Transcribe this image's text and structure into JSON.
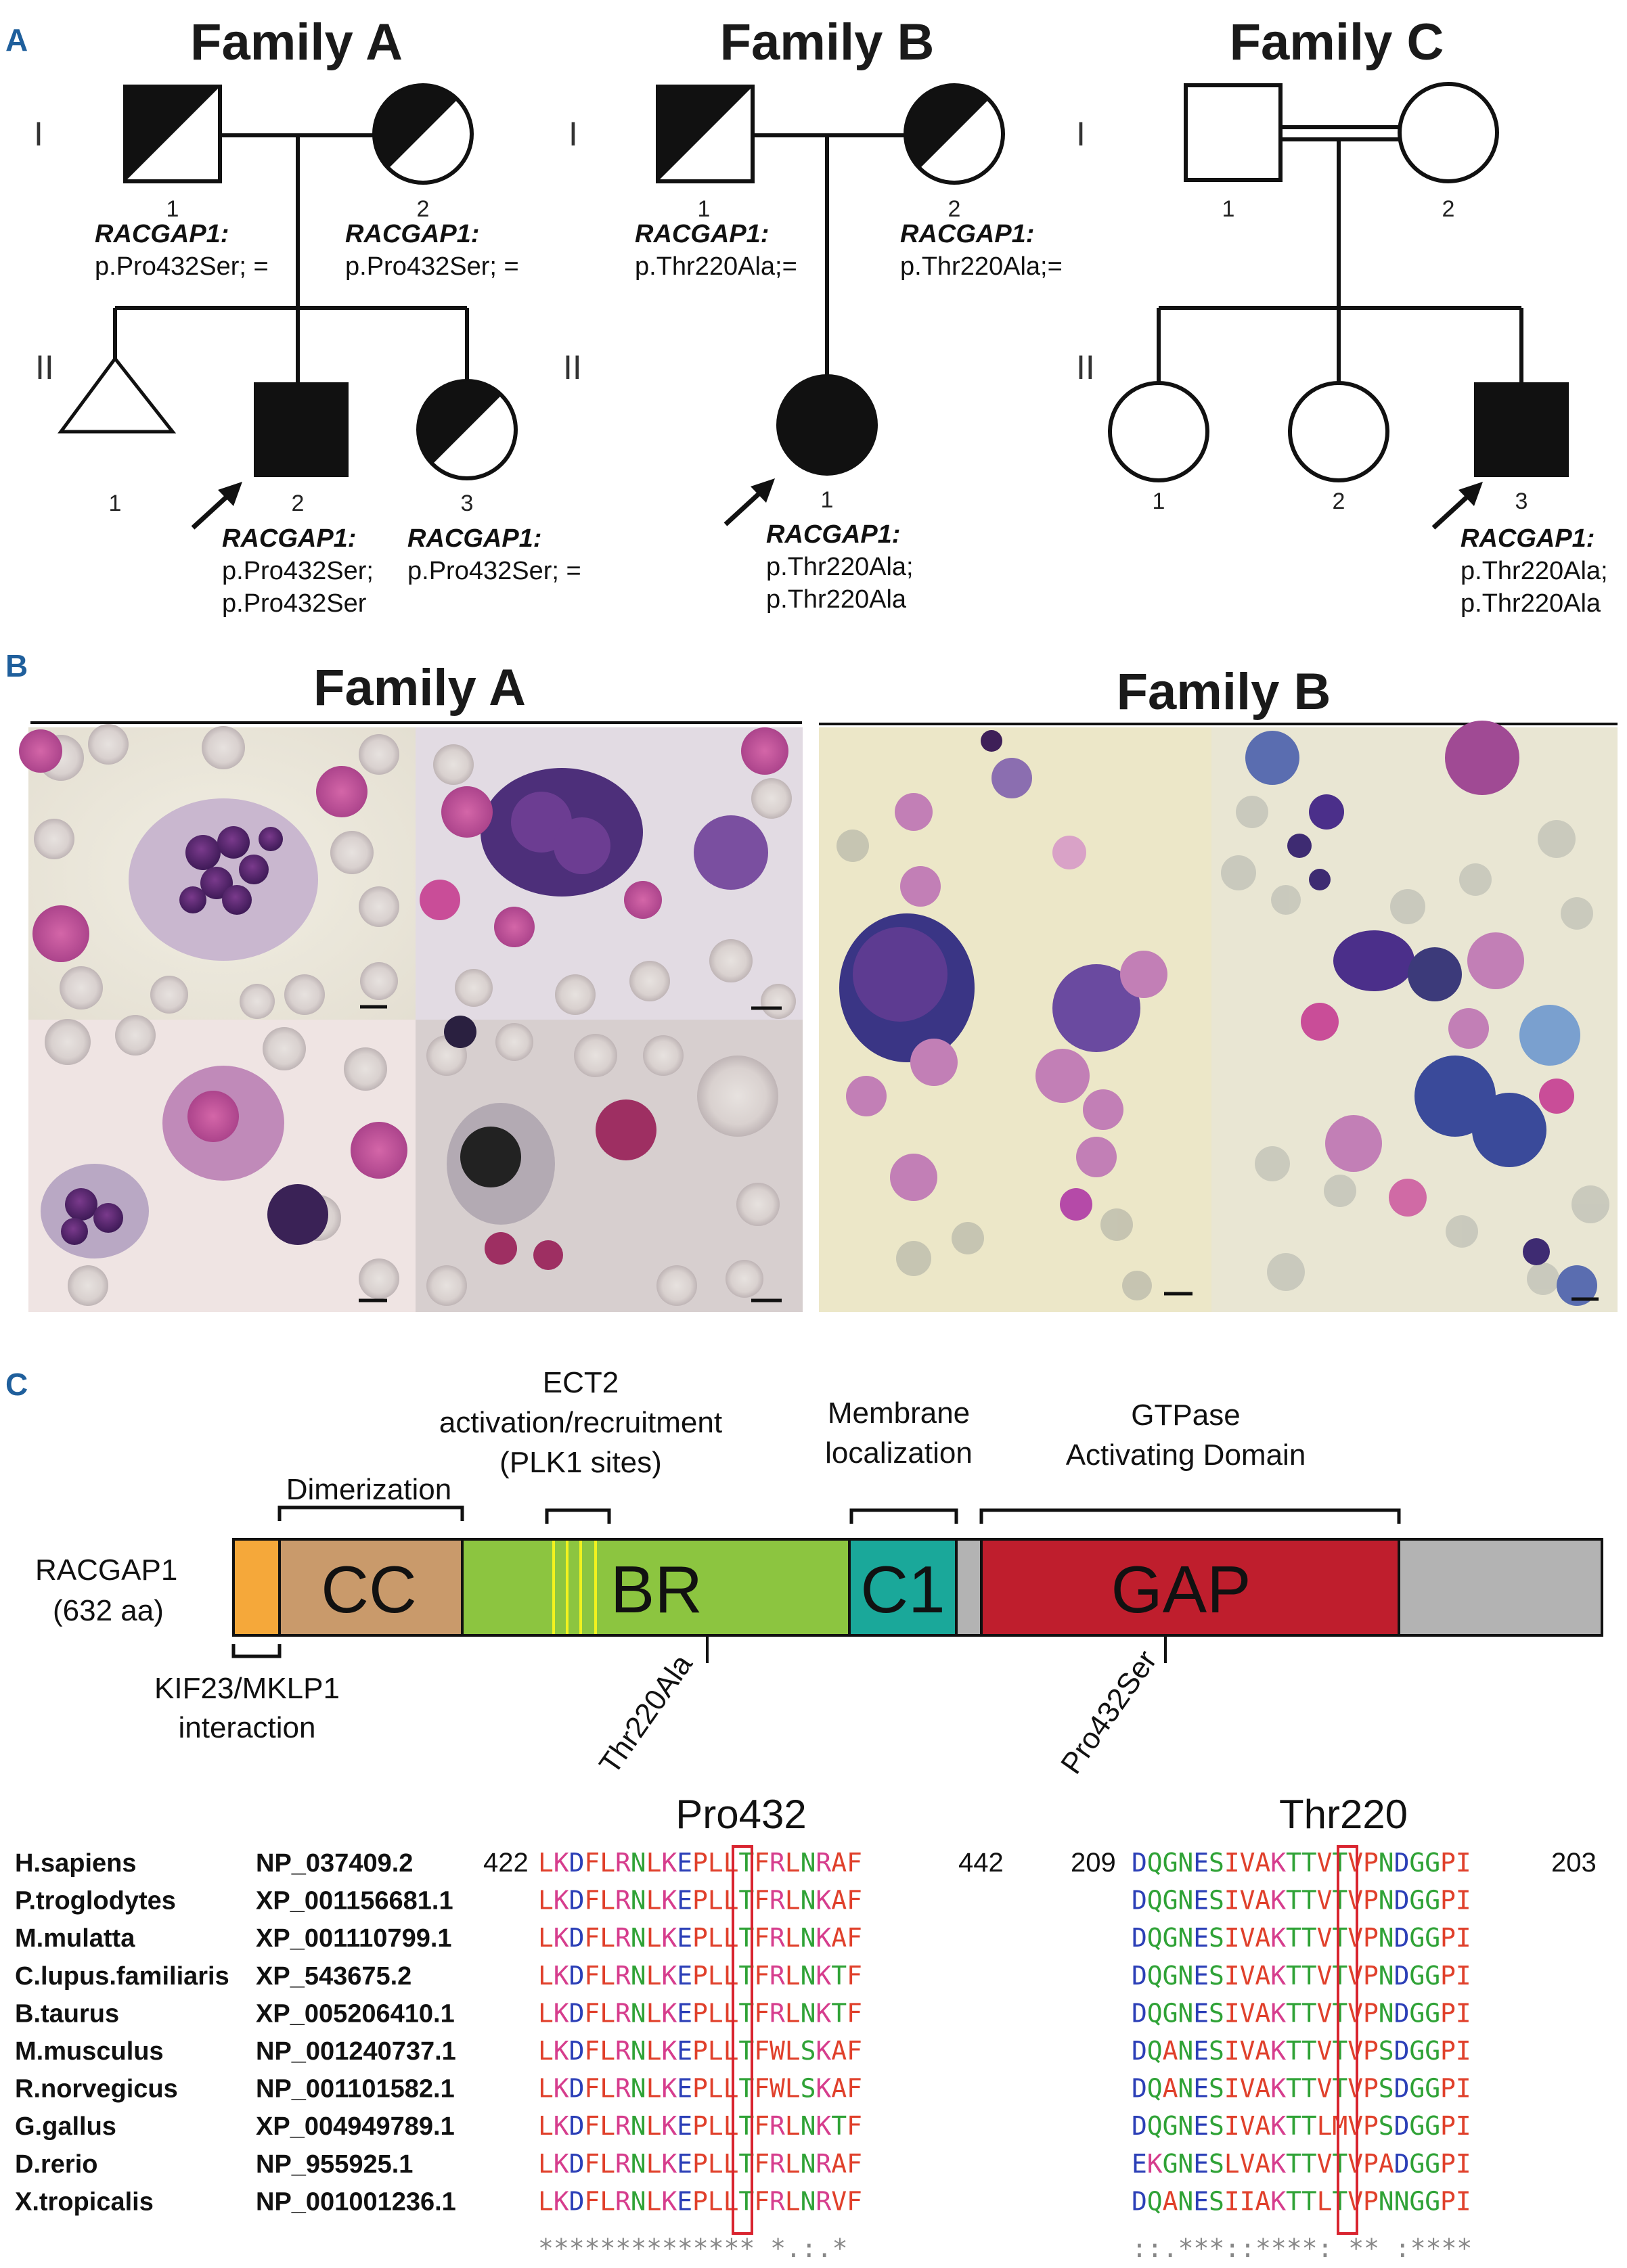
{
  "panels": {
    "a": "A",
    "b": "B",
    "c": "C"
  },
  "panel_a": {
    "families": [
      {
        "title": "Family A"
      },
      {
        "title": "Family B"
      },
      {
        "title": "Family C"
      }
    ],
    "generations": {
      "I": "I",
      "II": "II"
    },
    "famA": {
      "ids": {
        "i1": "1",
        "i2": "2",
        "ii1": "1",
        "ii2": "2",
        "ii3": "3"
      },
      "gene": "RACGAP1:",
      "i1_var": "p.Pro432Ser; =",
      "i2_var": "p.Pro432Ser; =",
      "ii2_var1": "p.Pro432Ser;",
      "ii2_var2": "p.Pro432Ser",
      "ii3_var": "p.Pro432Ser; ="
    },
    "famB": {
      "ids": {
        "i1": "1",
        "i2": "2",
        "ii1": "1"
      },
      "gene": "RACGAP1:",
      "i1_var": "p.Thr220Ala;=",
      "i2_var": "p.Thr220Ala;=",
      "ii1_var1": "p.Thr220Ala;",
      "ii1_var2": "p.Thr220Ala"
    },
    "famC": {
      "ids": {
        "i1": "1",
        "i2": "2",
        "ii1": "1",
        "ii2": "2",
        "ii3": "3"
      },
      "gene": "RACGAP1:",
      "ii3_var1": "p.Thr220Ala;",
      "ii3_var2": "p.Thr220Ala"
    }
  },
  "panel_b": {
    "left_title": "Family A",
    "right_title": "Family B"
  },
  "panel_c": {
    "protein_label_1": "RACGAP1",
    "protein_label_2": "(632 aa)",
    "domains": {
      "cc": "CC",
      "br": "BR",
      "c1": "C1",
      "gap": "GAP"
    },
    "colors": {
      "n_term": "#f5a83a",
      "cc": "#c99a6b",
      "br": "#8cc540",
      "plk1_lines": "#f2f21e",
      "c1": "#1aa89a",
      "gap": "#bf1e2d",
      "linker": "#b3b3b3"
    },
    "annotations": {
      "dimerization": "Dimerization",
      "ect2_1": "ECT2",
      "ect2_2": "activation/recruitment",
      "ect2_3": "(PLK1 sites)",
      "membrane_1": "Membrane",
      "membrane_2": "localization",
      "gtpase_1": "GTPase",
      "gtpase_2": "Activating Domain",
      "kif_1": "KIF23/MKLP1",
      "kif_2": "interaction"
    },
    "mutations": {
      "thr": "Thr220Ala",
      "pro": "Pro432Ser"
    },
    "alignment": {
      "title_pro": "Pro432",
      "title_thr": "Thr220",
      "pro_start": "422",
      "pro_end": "442",
      "thr_start": "209",
      "thr_end": "203",
      "rows": [
        {
          "species": "H.sapiens",
          "acc": "NP_037409.2",
          "pro": "LKDFLRNLKEPLLTFRLNRAF",
          "thr": "DQGNESIVAKTTVTVPNDGGPI"
        },
        {
          "species": "P.troglodytes",
          "acc": "XP_001156681.1",
          "pro": "LKDFLRNLKEPLLTFRLNKAF",
          "thr": "DQGNESIVAKTTVTVPNDGGPI"
        },
        {
          "species": "M.mulatta",
          "acc": "XP_001110799.1",
          "pro": "LKDFLRNLKEPLLTFRLNKAF",
          "thr": "DQGNESIVAKTTVTVPNDGGPI"
        },
        {
          "species": "C.lupus.familiaris",
          "acc": "XP_543675.2",
          "pro": "LKDFLRNLKEPLLTFRLNKTF",
          "thr": "DQGNESIVAKTTVTVPNDGGPI"
        },
        {
          "species": "B.taurus",
          "acc": "XP_005206410.1",
          "pro": "LKDFLRNLKEPLLTFRLNKTF",
          "thr": "DQGNESIVAKTTVTVPNDGGPI"
        },
        {
          "species": "M.musculus",
          "acc": "NP_001240737.1",
          "pro": "LKDFLRNLKEPLLTFWLSKAF",
          "thr": "DQANESIVAKTTVTVPSDGGPI"
        },
        {
          "species": "R.norvegicus",
          "acc": "NP_001101582.1",
          "pro": "LKDFLRNLKEPLLTFWLSKAF",
          "thr": "DQANESIVAKTTVTVPSDGGPI"
        },
        {
          "species": "G.gallus",
          "acc": "XP_004949789.1",
          "pro": "LKDFLRNLKEPLLTFRLNKTF",
          "thr": "DQGNESIVAKTTLMVPSDGGPI"
        },
        {
          "species": "D.rerio",
          "acc": "NP_955925.1",
          "pro": "LKDFLRNLKEPLLTFRLNRAF",
          "thr": "EKGNESLVAKTTVTVPADGGPI"
        },
        {
          "species": "X.tropicalis",
          "acc": "NP_001001236.1",
          "pro": "LKDFLRNLKEPLLTFRLNRVF",
          "thr": "DQANESIIAKTTLTVPNNGGPI"
        }
      ],
      "cons_pro": "************** *.:.*",
      "cons_thr": "::.***::****: ** :****"
    }
  }
}
